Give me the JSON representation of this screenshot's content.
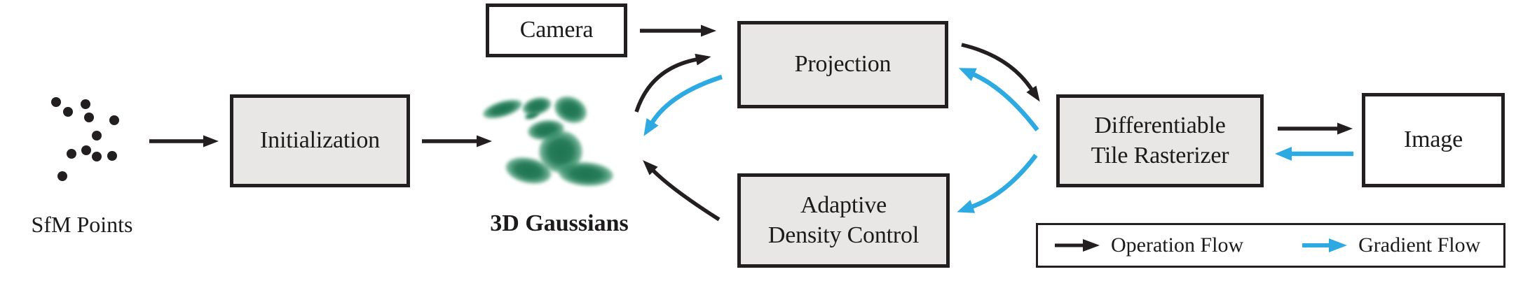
{
  "figure": {
    "type": "flow-diagram",
    "background": "#ffffff"
  },
  "colors": {
    "operation_flow_black": "#231f20",
    "gradient_flow_blue": "#2daae1",
    "box_fill_grey": "#e8e7e5",
    "box_border": "#231f20",
    "gaussian_green": "#277c5a",
    "text": "#1d1a1b"
  },
  "nodes": {
    "sfm_points": {
      "label": "SfM Points"
    },
    "initialization": {
      "label": "Initialization"
    },
    "gaussians": {
      "label": "3D Gaussians"
    },
    "camera": {
      "label": "Camera"
    },
    "projection": {
      "label": "Projection"
    },
    "adaptive_density_control": {
      "line1": "Adaptive",
      "line2": "Density Control"
    },
    "rasterizer": {
      "line1": "Differentiable",
      "line2": "Tile Rasterizer"
    },
    "image": {
      "label": "Image"
    }
  },
  "legend": {
    "operation": {
      "label": "Operation Flow"
    },
    "gradient": {
      "label": "Gradient Flow"
    }
  },
  "edges": [
    {
      "from": "SfM Points",
      "to": "Initialization",
      "type": "operation"
    },
    {
      "from": "Initialization",
      "to": "3D Gaussians",
      "type": "operation"
    },
    {
      "from": "Camera",
      "to": "Projection",
      "type": "operation"
    },
    {
      "from": "3D Gaussians",
      "to": "Projection",
      "type": "operation"
    },
    {
      "from": "Projection",
      "to": "3D Gaussians",
      "type": "gradient"
    },
    {
      "from": "Projection",
      "to": "Differentiable Tile Rasterizer",
      "type": "operation"
    },
    {
      "from": "Differentiable Tile Rasterizer",
      "to": "Projection",
      "type": "gradient"
    },
    {
      "from": "Adaptive Density Control",
      "to": "3D Gaussians",
      "type": "operation"
    },
    {
      "from": "Differentiable Tile Rasterizer",
      "to": "Adaptive Density Control",
      "type": "gradient"
    },
    {
      "from": "Differentiable Tile Rasterizer",
      "to": "Image",
      "type": "operation"
    },
    {
      "from": "Image",
      "to": "Differentiable Tile Rasterizer",
      "type": "gradient"
    }
  ]
}
